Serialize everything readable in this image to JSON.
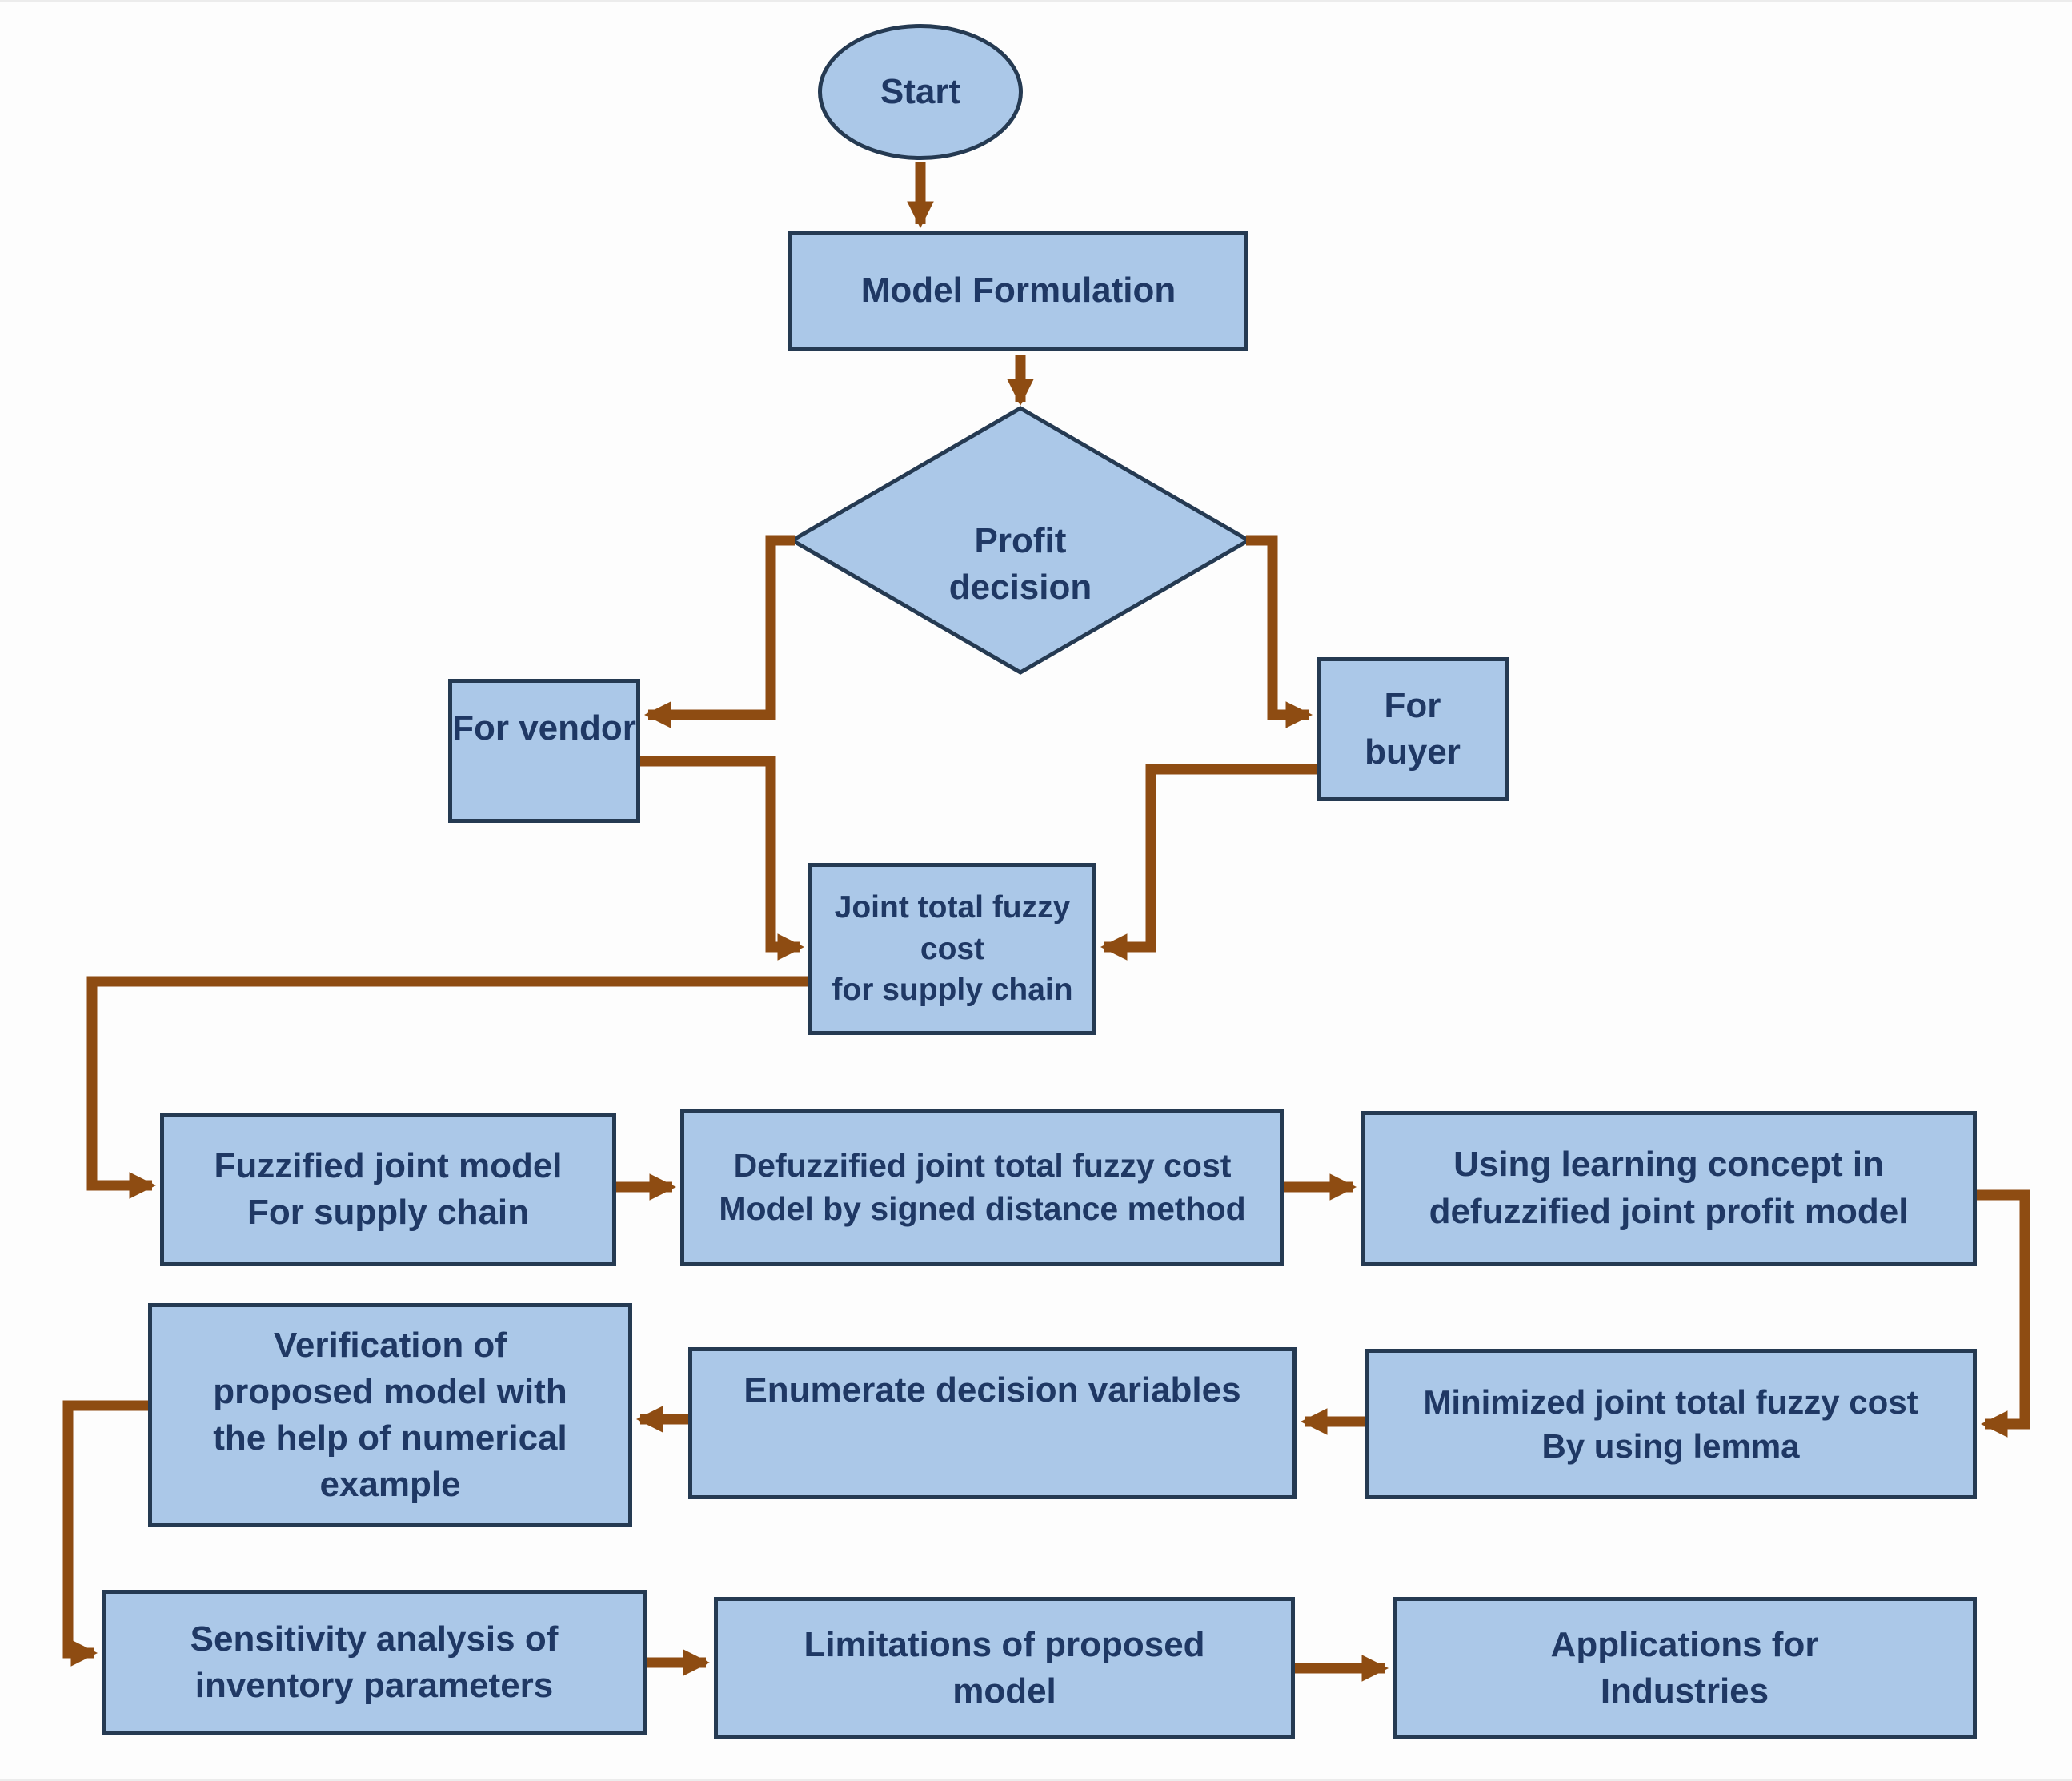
{
  "diagram": {
    "kind": "flowchart",
    "colors": {
      "node_fill": "#abc8e8",
      "node_border": "#253a52",
      "arrow": "#8e4c12",
      "text": "#1f3864",
      "background": "#fdfdfd"
    },
    "nodes": {
      "start": {
        "shape": "ellipse",
        "lines": [
          "Start"
        ]
      },
      "model_formulation": {
        "shape": "rectangle",
        "lines": [
          "Model Formulation"
        ]
      },
      "profit_decision": {
        "shape": "diamond",
        "lines": [
          "Profit",
          "decision"
        ]
      },
      "for_vendor": {
        "shape": "rectangle",
        "lines": [
          "For vendor"
        ]
      },
      "for_buyer": {
        "shape": "rectangle",
        "lines": [
          "For",
          "buyer"
        ]
      },
      "joint_total_fuzzy_cost": {
        "shape": "rectangle",
        "lines": [
          "Joint total fuzzy",
          "cost",
          "for supply chain"
        ]
      },
      "fuzzified_joint_model": {
        "shape": "rectangle",
        "lines": [
          "Fuzzified joint model",
          "For supply chain"
        ]
      },
      "defuzzified_joint_model": {
        "shape": "rectangle",
        "lines": [
          "Defuzzified joint total fuzzy cost",
          "Model by signed distance method"
        ]
      },
      "using_learning_concept": {
        "shape": "rectangle",
        "lines": [
          "Using learning concept in",
          "defuzzified joint profit model"
        ]
      },
      "minimized_joint_cost": {
        "shape": "rectangle",
        "lines": [
          "Minimized joint total fuzzy cost",
          "By using lemma"
        ]
      },
      "enumerate_decision_variables": {
        "shape": "rectangle",
        "lines": [
          "Enumerate decision variables"
        ]
      },
      "verification_numerical_example": {
        "shape": "rectangle",
        "lines": [
          "Verification of",
          "proposed model with",
          "the help of numerical",
          "example"
        ]
      },
      "sensitivity_analysis": {
        "shape": "rectangle",
        "lines": [
          "Sensitivity analysis of",
          "inventory parameters"
        ]
      },
      "limitations_of_model": {
        "shape": "rectangle",
        "lines": [
          "Limitations of proposed",
          "model"
        ]
      },
      "applications_for_industries": {
        "shape": "rectangle",
        "lines": [
          "Applications for",
          "Industries"
        ]
      }
    },
    "edges": [
      {
        "from": "start",
        "to": "model_formulation"
      },
      {
        "from": "model_formulation",
        "to": "profit_decision"
      },
      {
        "from": "profit_decision",
        "to": "for_vendor"
      },
      {
        "from": "profit_decision",
        "to": "for_buyer"
      },
      {
        "from": "for_vendor",
        "to": "joint_total_fuzzy_cost"
      },
      {
        "from": "for_buyer",
        "to": "joint_total_fuzzy_cost"
      },
      {
        "from": "joint_total_fuzzy_cost",
        "to": "fuzzified_joint_model"
      },
      {
        "from": "fuzzified_joint_model",
        "to": "defuzzified_joint_model"
      },
      {
        "from": "defuzzified_joint_model",
        "to": "using_learning_concept"
      },
      {
        "from": "using_learning_concept",
        "to": "minimized_joint_cost"
      },
      {
        "from": "minimized_joint_cost",
        "to": "enumerate_decision_variables"
      },
      {
        "from": "enumerate_decision_variables",
        "to": "verification_numerical_example"
      },
      {
        "from": "verification_numerical_example",
        "to": "sensitivity_analysis"
      },
      {
        "from": "sensitivity_analysis",
        "to": "limitations_of_model"
      },
      {
        "from": "limitations_of_model",
        "to": "applications_for_industries"
      }
    ]
  }
}
